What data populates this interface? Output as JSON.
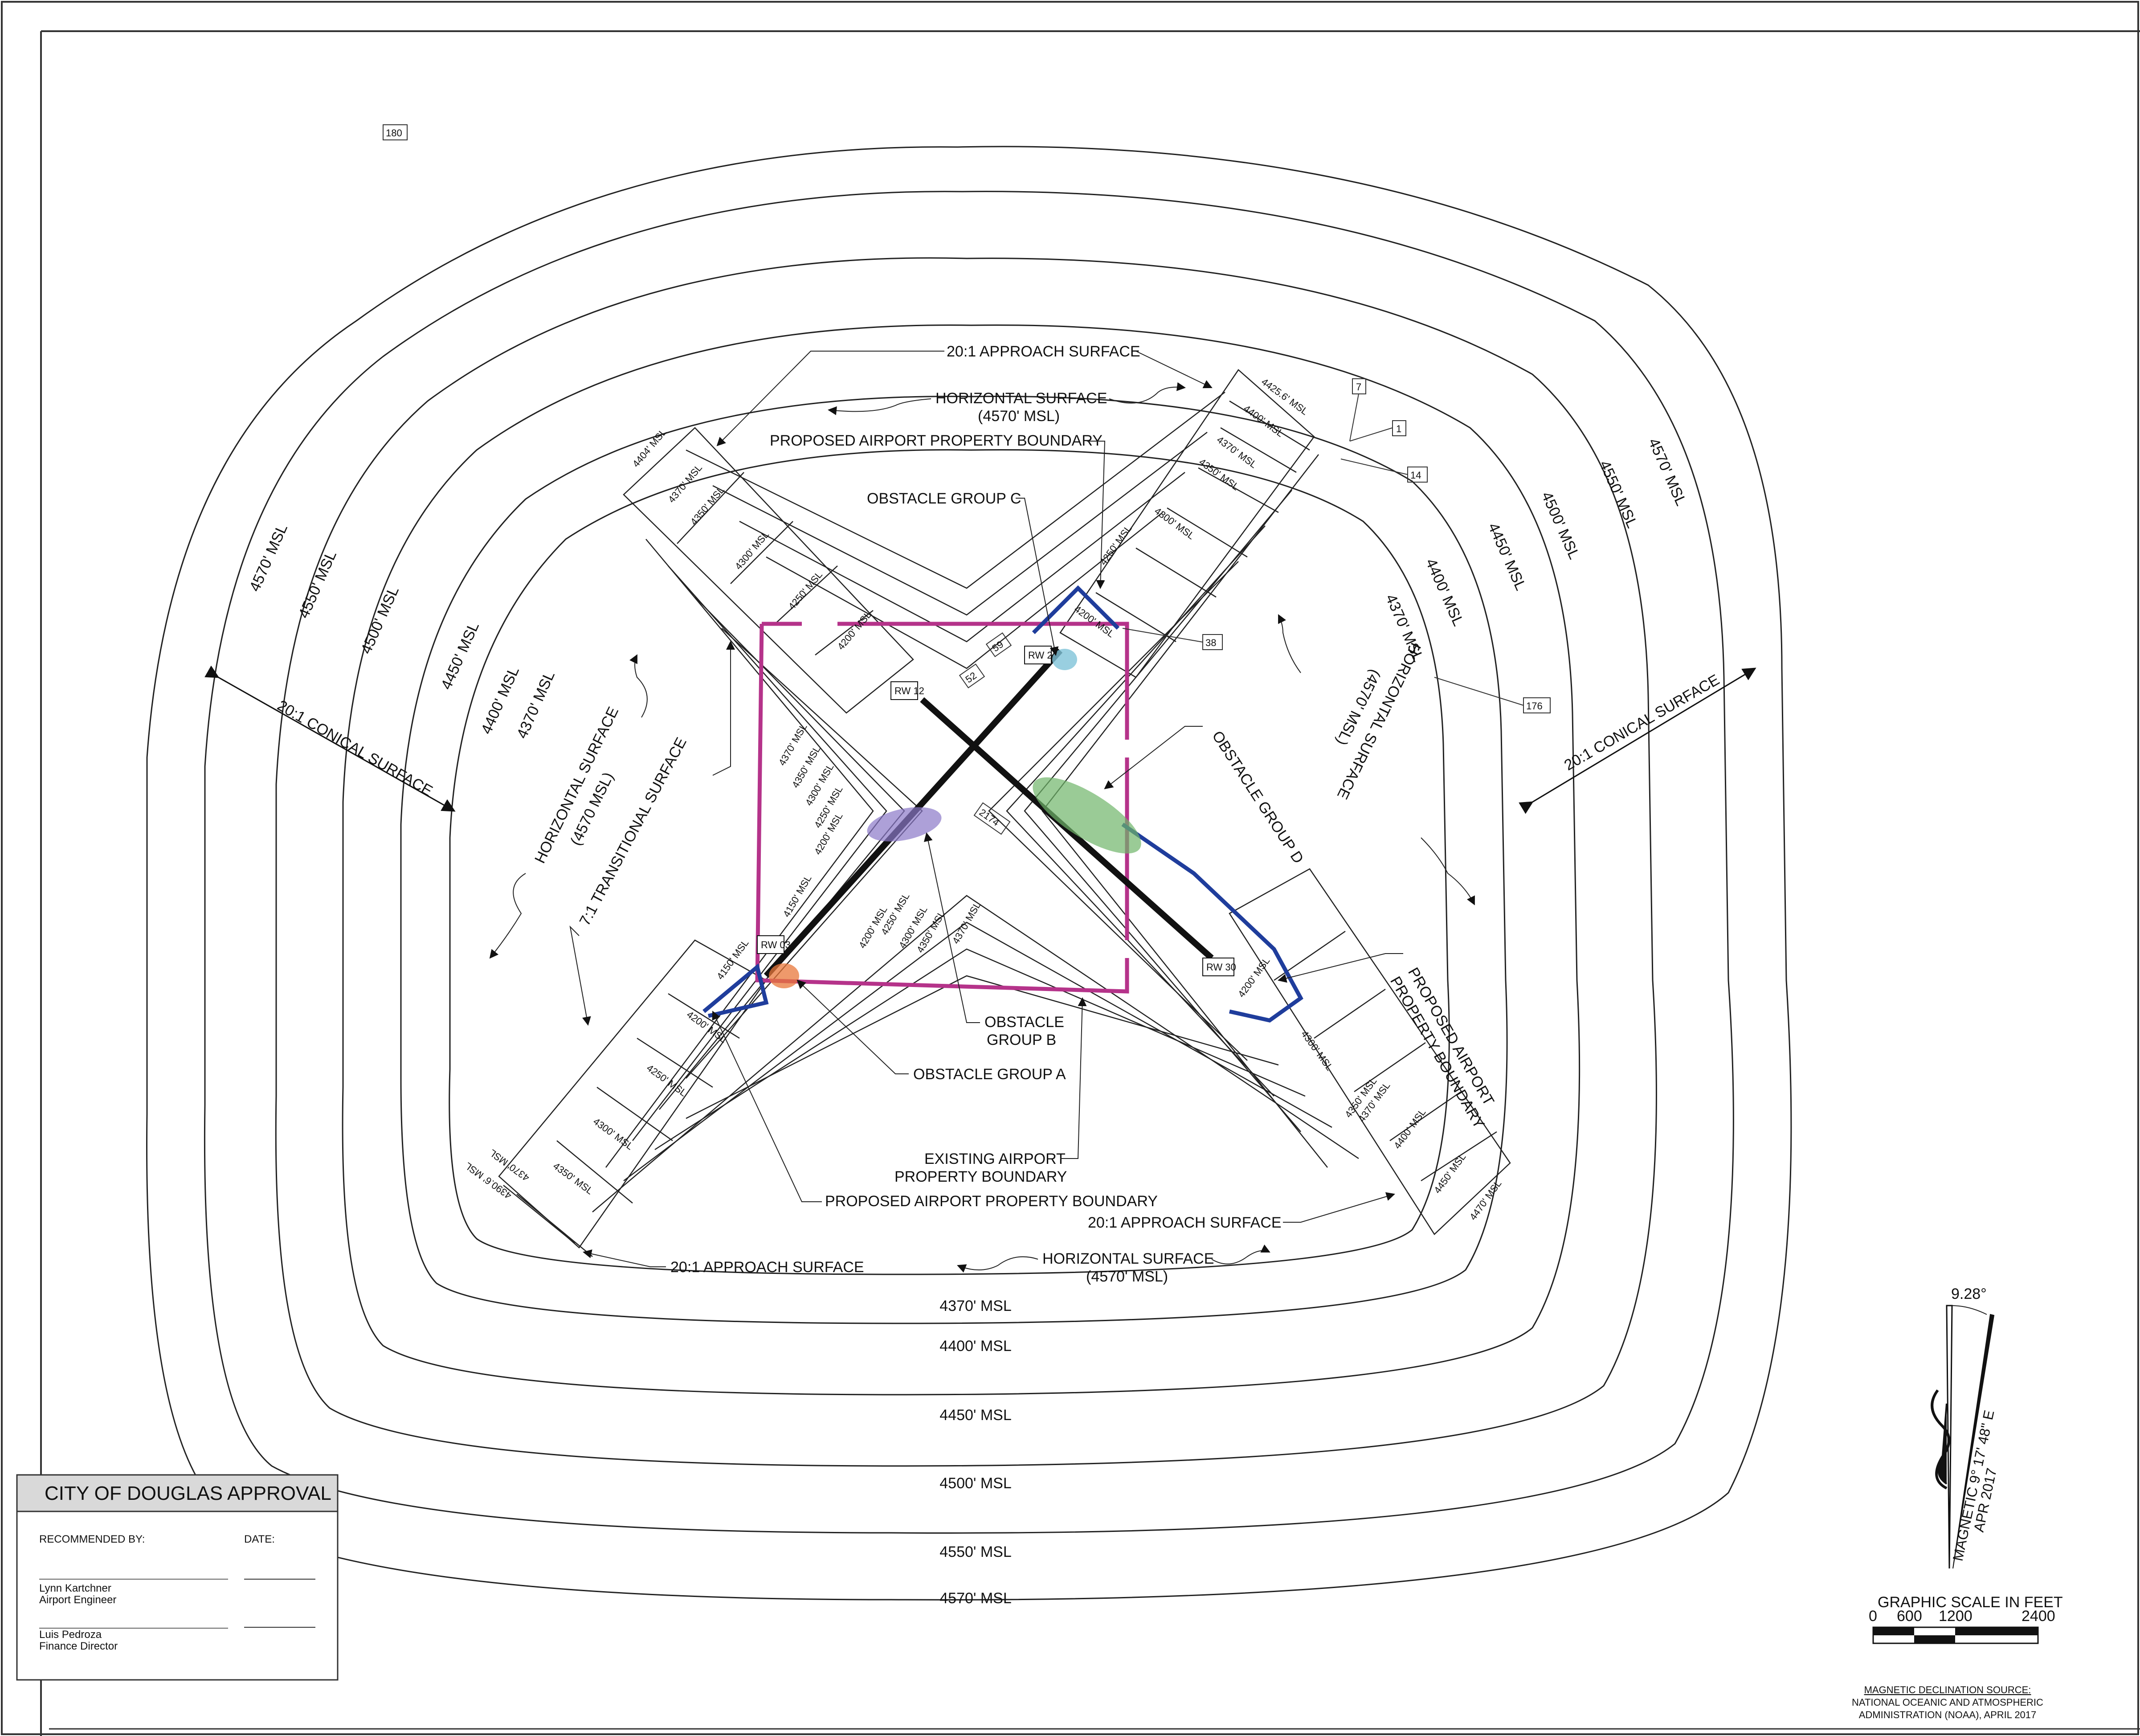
{
  "drawing": {
    "labels": {
      "approach_top": "20:1 APPROACH SURFACE",
      "horizontal_top": "HORIZONTAL SURFACE",
      "horizontal_top_sub": "(4570' MSL)",
      "proposed_boundary_top": "PROPOSED AIRPORT PROPERTY BOUNDARY",
      "obstacle_c": "OBSTACLE GROUP C",
      "obstacle_d": "OBSTACLE GROUP D",
      "obstacle_b_line1": "OBSTACLE",
      "obstacle_b_line2": "GROUP B",
      "obstacle_a": "OBSTACLE GROUP A",
      "existing_boundary_line1": "EXISTING AIRPORT",
      "existing_boundary_line2": "PROPERTY BOUNDARY",
      "proposed_boundary_bottom": "PROPOSED AIRPORT PROPERTY BOUNDARY",
      "approach_bottom_right": "20:1 APPROACH SURFACE",
      "approach_bottom_left": "20:1 APPROACH SURFACE",
      "horizontal_bottom": "HORIZONTAL SURFACE",
      "horizontal_bottom_sub": "(4570' MSL)",
      "horizontal_left": "HORIZONTAL SURFACE",
      "horizontal_left_sub": "(4570 MSL)",
      "horizontal_right": "HORIZONTAL SURFACE",
      "horizontal_right_sub": "(4570' MSL)",
      "transitional": "7:1 TRANSITIONAL SURFACE",
      "conical_left": "20:1 CONICAL SURFACE",
      "conical_right": "20:1 CONICAL SURFACE",
      "proposed_boundary_right_line1": "PROPOSED AIRPORT",
      "proposed_boundary_right_line2": "PROPERTY BOUNDARY",
      "rw03": "RW 03",
      "rw21": "RW 21",
      "rw12": "RW 12",
      "rw30": "RW 30"
    },
    "contours_bottom": [
      "4370' MSL",
      "4400' MSL",
      "4450' MSL",
      "4500' MSL",
      "4550' MSL",
      "4570' MSL"
    ],
    "contours_left": [
      "4570' MSL",
      "4550' MSL",
      "4500' MSL",
      "4450' MSL",
      "4400' MSL",
      "4370' MSL"
    ],
    "contours_right": [
      "4570' MSL",
      "4550' MSL",
      "4500' MSL",
      "4450' MSL",
      "4400' MSL",
      "4370' MSL"
    ],
    "approach_tags_ne": [
      "4425.6' MSL",
      "4400' MSL",
      "4370' MSL",
      "4350' MSL",
      "4300' MSL",
      "4250' MSL",
      "4200' MSL"
    ],
    "approach_tags_nw": [
      "4404' MSL",
      "4370' MSL",
      "4350' MSL",
      "4300' MSL",
      "4250' MSL",
      "4200' MSL"
    ],
    "approach_tags_sw": [
      "4390.6' MSL",
      "4370' MSL",
      "4350' MSL",
      "4300' MSL",
      "4250' MSL",
      "4200' MSL",
      "4150' MSL"
    ],
    "approach_tags_se": [
      "4200' MSL",
      "4300' MSL",
      "4350' MSL",
      "4370' MSL",
      "4400' MSL",
      "4450' MSL",
      "4470' MSL"
    ],
    "transitional_tags": [
      "4370' MSL",
      "4350' MSL",
      "4300' MSL",
      "4250' MSL",
      "4200' MSL",
      "4150' MSL",
      "4200' MSL",
      "4250' MSL",
      "4300' MSL",
      "4350' MSL",
      "4370' MSL"
    ],
    "obstacle_ids": [
      "180",
      "7",
      "1",
      "14",
      "38",
      "176",
      "52",
      "59",
      "2174"
    ]
  },
  "approval": {
    "title": "CITY OF DOUGLAS APPROVAL",
    "recommended_by": "RECOMMENDED BY:",
    "date": "DATE:",
    "signer1_name": "Lynn Kartchner",
    "signer1_role": "Airport Engineer",
    "signer2_name": "Luis Pedroza",
    "signer2_role": "Finance Director"
  },
  "north_arrow": {
    "angle_label": "9.28°",
    "magnetic_line1": "MAGNETIC 9° 17' 48\" E",
    "magnetic_line2": "APR 2017"
  },
  "scale_bar": {
    "title": "GRAPHIC SCALE IN FEET",
    "ticks": [
      "0",
      "600",
      "1200",
      "2400"
    ]
  },
  "declination_source": {
    "line1": "MAGNETIC DECLINATION SOURCE:",
    "line2": "NATIONAL OCEANIC AND ATMOSPHERIC",
    "line3": "ADMINISTRATION (NOAA), APRIL 2017"
  },
  "colors": {
    "boundary_existing": "#b5338a",
    "boundary_proposed": "#1f3d9c",
    "obstacle_a": "#e8773a",
    "obstacle_b": "#8a78c8",
    "obstacle_c": "#7fc3d8",
    "obstacle_d": "#6fb56a",
    "runway": "#111111"
  }
}
